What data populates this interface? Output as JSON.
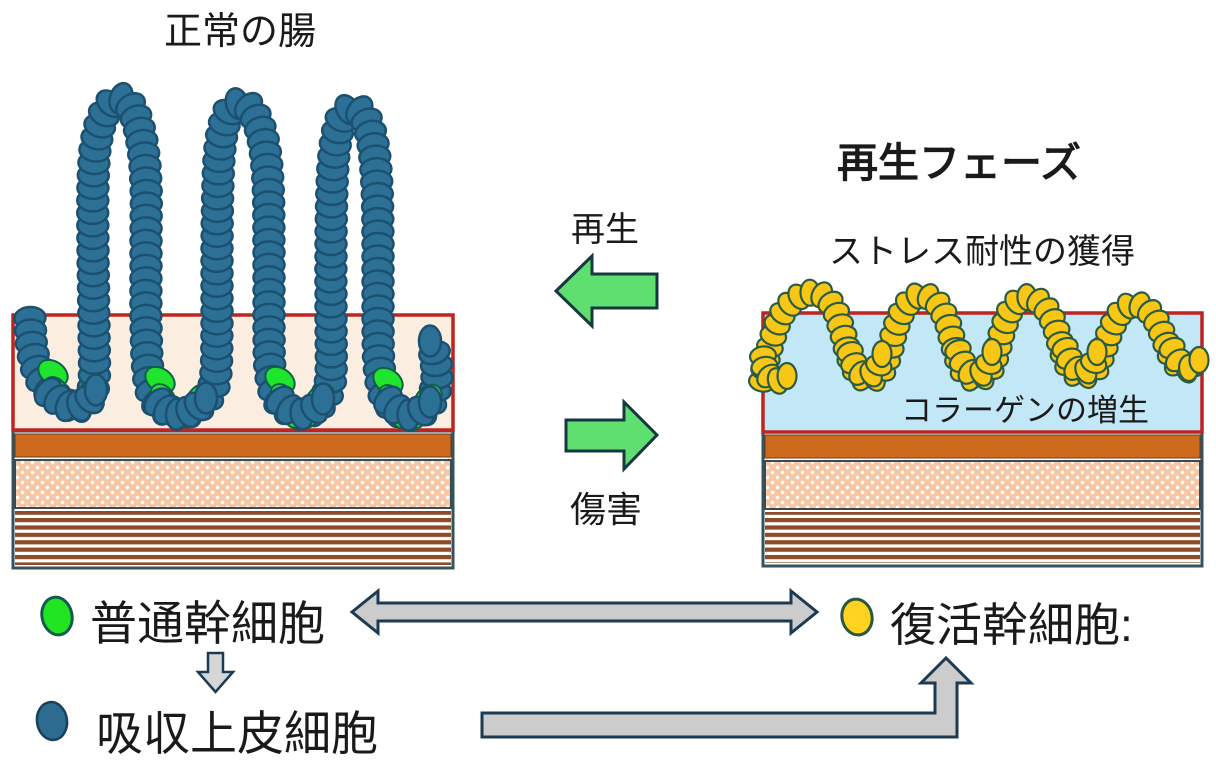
{
  "left_panel": {
    "title": "正常の腸"
  },
  "middle": {
    "regen_label": "再生",
    "injury_label": "傷害"
  },
  "right_panel": {
    "title": "再生フェーズ",
    "subtitle": "ストレス耐性の獲得",
    "collagen_label": "コラーゲンの増生"
  },
  "legend": {
    "normal_stem": {
      "label": "普通幹細胞",
      "color": "#21e521"
    },
    "absorptive": {
      "label": "吸収上皮細胞",
      "color": "#2d6b90"
    },
    "revival_stem": {
      "label": "復活幹細胞:",
      "color": "#ffd320"
    }
  },
  "palette": {
    "epithelium_bead_fill": "#2d7096",
    "epithelium_bead_stroke": "#1b5070",
    "crypt_stem_fill": "#1fe52c",
    "crypt_stem_stroke": "#0f5f4c",
    "revival_bead_fill": "#f8c716",
    "revival_bead_stroke": "#2c5b43",
    "crypt_box_fill": "#fbeee0",
    "collagen_box_fill": "#c2e8f8",
    "box_border_red": "#be2420",
    "wall_orange": "#ce6a1d",
    "wall_pink": "#f7c7a5",
    "wall_stripe_brown": "#8d4b27",
    "wall_outline": "#33535f",
    "green_arrow_fill": "#5fdf70",
    "gray_arrow_fill": "#cccccc",
    "arrow_outline": "#1c3a52"
  }
}
